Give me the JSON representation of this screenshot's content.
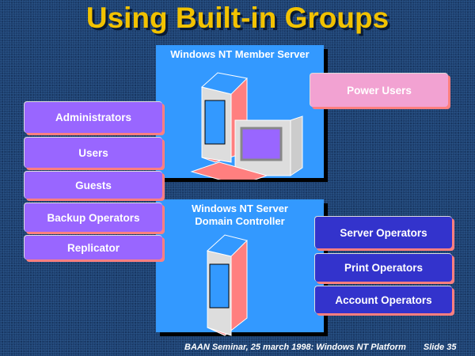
{
  "title": "Using Built-in Groups",
  "member_server": {
    "label": "Windows NT Member Server",
    "groups": [
      "Power Users"
    ]
  },
  "domain_controller": {
    "label_line1": "Windows NT Server",
    "label_line2": "Domain Controller",
    "groups": [
      "Server Operators",
      "Print Operators",
      "Account Operators"
    ]
  },
  "shared_groups": [
    "Administrators",
    "Users",
    "Guests",
    "Backup Operators",
    "Replicator"
  ],
  "footer": {
    "text": "BAAN Seminar, 25 march 1998: Windows NT Platform",
    "slide": "Slide 35"
  },
  "colors": {
    "title": "#f2c200",
    "panel": "#3399ff",
    "shared": "#9966ff",
    "server_only": "#f2a2d2",
    "dc_only": "#3333cc"
  }
}
